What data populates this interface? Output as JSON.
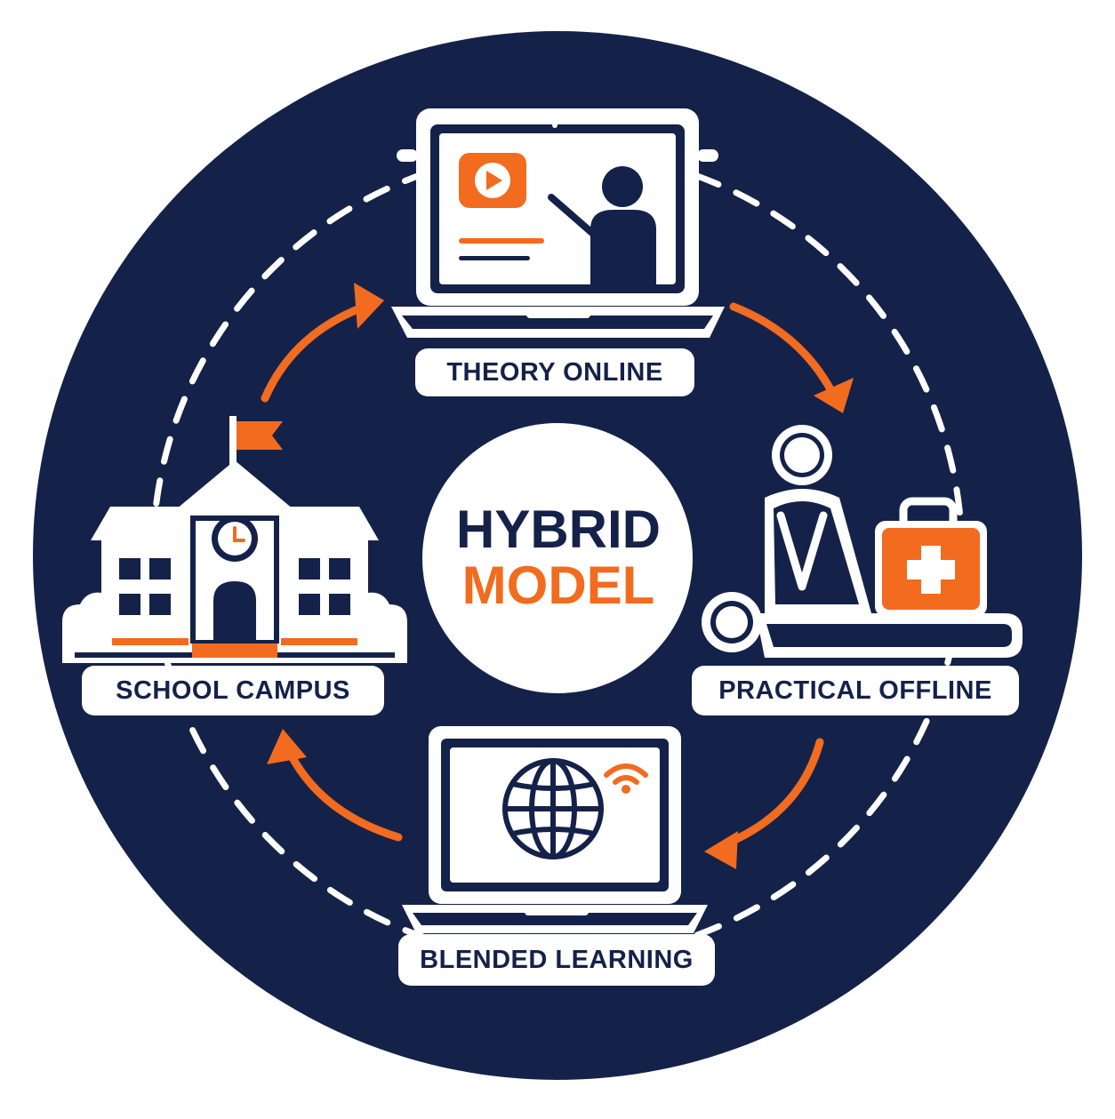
{
  "center": {
    "line1": "HYBRID",
    "line2": "MODEL"
  },
  "stages": {
    "top": "THEORY ONLINE",
    "right": "PRACTICAL OFFLINE",
    "bottom": "BLENDED LEARNING",
    "left": "SCHOOL CAMPUS"
  },
  "icons": {
    "top": "laptop-video-lesson-icon",
    "right": "cpr-first-aid-icon",
    "bottom": "laptop-globe-wifi-icon",
    "left": "school-building-icon"
  },
  "colors": {
    "navy": "#14224a",
    "orange": "#f26b1f",
    "white": "#ffffff"
  }
}
